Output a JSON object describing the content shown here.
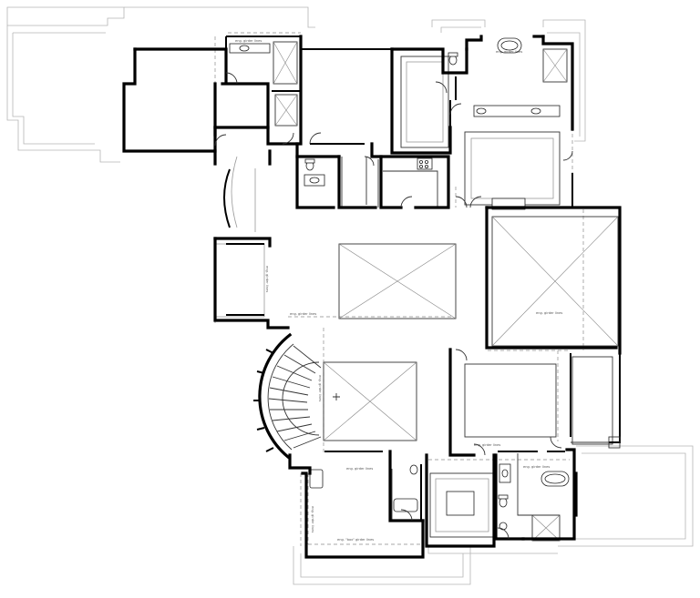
{
  "plan": {
    "labels": {
      "master_bath_ceiling": "eng. girder lines",
      "vanity_ceiling": "eng. girder lines",
      "right_bath_ceiling": "eng. girder lines",
      "lower_right_ceiling": "eng. girder lines",
      "hall_ceiling": "eng. girder lines",
      "lower_mid_ceiling": "eng. girder lines",
      "right_room_ceiling": "eng. girder lines",
      "stair_ceiling": "eng. girder lines",
      "bottom_room_ceiling": "eng. \"box\" girder lines",
      "left_room_side": "eng. girder lines",
      "vestibule_side": "eng. girder lines"
    }
  }
}
